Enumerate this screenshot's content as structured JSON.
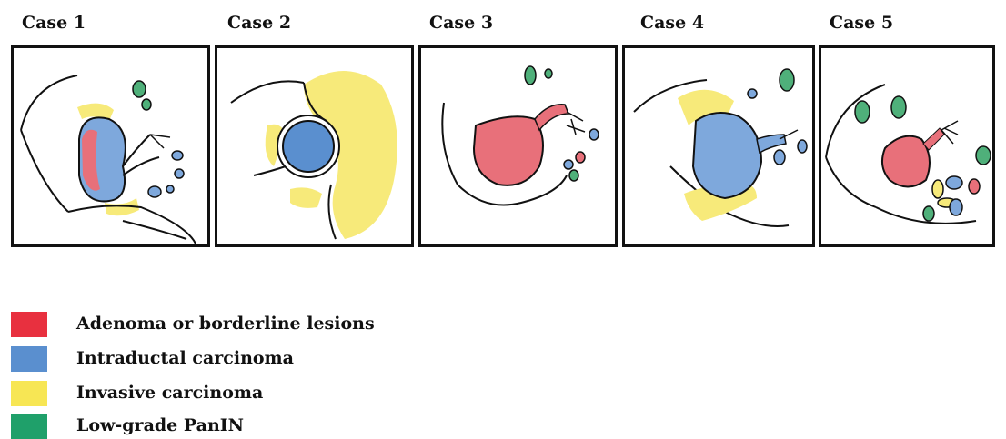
{
  "cases": [
    {
      "title": "Case 1"
    },
    {
      "title": "Case 2"
    },
    {
      "title": "Case 3"
    },
    {
      "title": "Case 4"
    },
    {
      "title": "Case 5"
    }
  ],
  "legend": [
    {
      "label": "Adenoma or borderline lesions",
      "color": "#e8303f"
    },
    {
      "label": " Intraductal carcinoma",
      "color": "#5a8fcf"
    },
    {
      "label": " Invasive carcinoma",
      "color": "#f7e654"
    },
    {
      "label": " Low-grade PanIN",
      "color": "#1fa06a"
    }
  ],
  "colors": {
    "adenoma_fill": "#e8707a",
    "intraductal_fill": "#7ea8dc",
    "invasive_fill": "#f7ea7a",
    "panin_fill": "#4fb07a",
    "outline": "#111111"
  }
}
